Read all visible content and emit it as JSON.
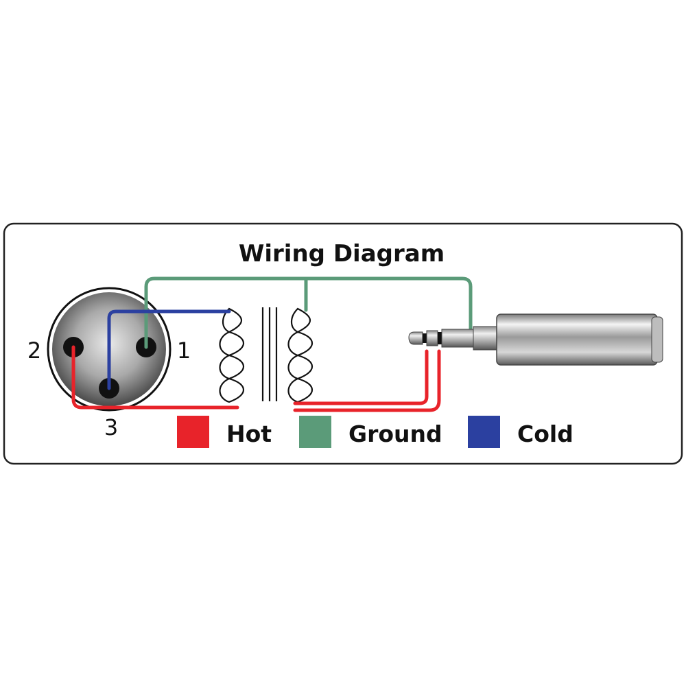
{
  "title": "Wiring Diagram",
  "pins": {
    "pin1": "1",
    "pin2": "2",
    "pin3": "3"
  },
  "legend": [
    {
      "label": "Hot",
      "color": "#e8232a"
    },
    {
      "label": "Ground",
      "color": "#5b9b79"
    },
    {
      "label": "Cold",
      "color": "#2b40a0"
    }
  ],
  "wire_colors": {
    "hot": "#e8232a",
    "ground": "#5b9b79",
    "cold": "#2b40a0"
  }
}
